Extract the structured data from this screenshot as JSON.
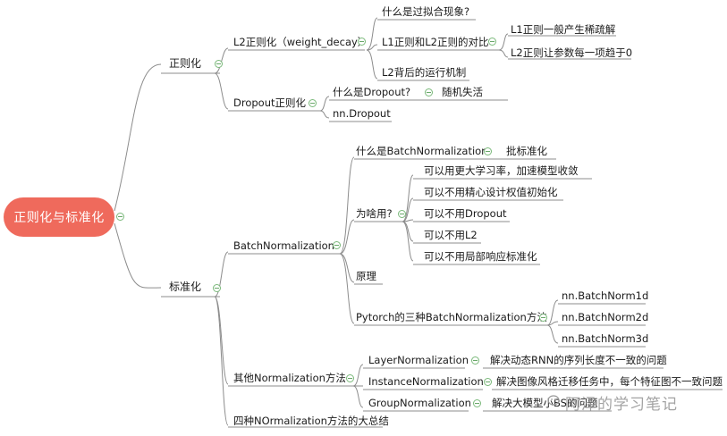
{
  "root": "正则化与标准化",
  "nodes": {
    "reg": "正则化",
    "l2": "L2正则化（weight_decay）",
    "overfit": "什么是过拟合现象?",
    "l1l2cmp": "L1正则和L2正则的对比",
    "l1sparse": "L1正则一般产生稀疏解",
    "l2small": "L2正则让参数每一项趋于0",
    "l2mech": "L2背后的运行机制",
    "dropout": "Dropout正则化",
    "whatdrop": "什么是Dropout?",
    "randdeact": "随机失活",
    "nndrop": "nn.Dropout",
    "norm": "标准化",
    "bn": "BatchNormalization",
    "whatbn": "什么是BatchNormalization",
    "batchnorm": "批标准化",
    "why": "为啥用?",
    "lr": "可以用更大学习率，加速模型收敛",
    "init": "可以不用精心设计权值初始化",
    "nodrop": "可以不用Dropout",
    "nol2": "可以不用L2",
    "nolrn": "可以不用局部响应标准化",
    "principle": "原理",
    "pytorch": "Pytorch的三种BatchNormalization方法",
    "bn1d": "nn.BatchNorm1d",
    "bn2d": "nn.BatchNorm2d",
    "bn3d": "nn.BatchNorm3d",
    "other": "其他Normalization方法",
    "ln": "LayerNormalization",
    "lndesc": "解决动态RNN的序列长度不一致的问题",
    "in": "InstanceNormalization",
    "indesc": "解决图像风格迁移任务中，每个特征图不一致问题",
    "gn": "GroupNormalization",
    "gndesc": "解决大模型小BS的问题",
    "summary": "四种NOrmalization方法的大总结"
  },
  "watermark": "阿泽的学习笔记",
  "colors": {
    "root": "#ef6a5c",
    "line": "#8c8c8c",
    "toggle": "#7ab97a"
  }
}
